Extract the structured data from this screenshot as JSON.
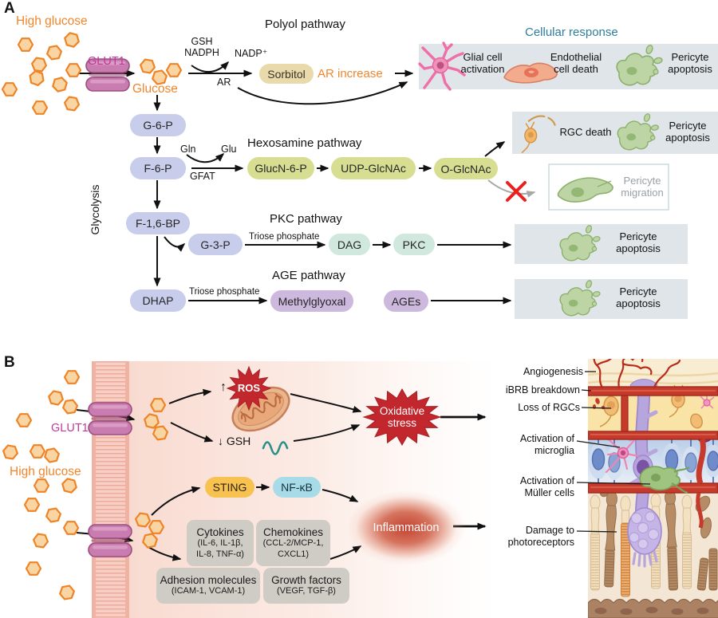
{
  "colors": {
    "glucose_orange": "#f0862c",
    "glut1_magenta": "#c0399b",
    "cellular_response_teal": "#2e7e9e",
    "glycolysis_pill": "#c7cdea",
    "hexosamine_pill": "#d7de92",
    "pkc_pill": "#d0e8dd",
    "age_pill": "#cdb8de",
    "sorbitol_pill": "#e8daab",
    "sting_yellow": "#f8c250",
    "nfkb_blue": "#a8dbe8",
    "response_box": "#dfe5e9",
    "mediator_gray": "#cfccc5",
    "stress_red": "#c1272d",
    "blocked_x_red": "#e8201f",
    "pericyte_green": "#bdd5a5",
    "glial_pink": "#f491bb",
    "endothelial_salmon": "#f3ab8e",
    "rgc_orange": "#f2b76a"
  },
  "panel_a": {
    "label": "A",
    "high_glucose": "High glucose",
    "glut1": "GLUT1",
    "glucose": "Glucose",
    "glycolysis": "Glycolysis",
    "polyol_title": "Polyol pathway",
    "hexosamine_title": "Hexosamine pathway",
    "pkc_title": "PKC pathway",
    "age_title": "AGE pathway",
    "cellular_response_title": "Cellular response",
    "cofactors": {
      "gsh_nadph": "GSH\nNADPH",
      "nadp": "NADP⁺",
      "ar": "AR",
      "ar_increase": "AR increase",
      "gln": "Gln",
      "glu": "Glu",
      "gfat": "GFAT",
      "triose_pkc": "Triose phosphate",
      "triose_age": "Triose phosphate"
    },
    "metabolites": {
      "g6p": "G-6-P",
      "f6p": "F-6-P",
      "f16bp": "F-1,6-BP",
      "g3p": "G-3-P",
      "dhap": "DHAP",
      "sorbitol": "Sorbitol",
      "glucn6p": "GlucN-6-P",
      "udp_glcnac": "UDP-GlcNAc",
      "o_glcnac": "O-GlcNAc",
      "dag": "DAG",
      "pkc": "PKC",
      "methylglyoxal": "Methylglyoxal",
      "ages": "AGEs"
    },
    "outcomes": {
      "box1_glial": "Glial cell\nactivation",
      "box1_endothelial": "Endothelial\ncell death",
      "box1_pericyte": "Pericyte\napoptosis",
      "box2_rgc": "RGC death",
      "box2_pericyte": "Pericyte\napoptosis",
      "migration": "Pericyte\nmigration",
      "box3_pericyte": "Pericyte\napoptosis",
      "box4_pericyte": "Pericyte\napoptosis"
    }
  },
  "panel_b": {
    "label": "B",
    "high_glucose": "High glucose",
    "glut1": "GLUT1",
    "ros_up": "↑",
    "ros": "ROS",
    "gsh_down": "↓ GSH",
    "oxidative_stress": "Oxidative\nstress",
    "sting": "STING",
    "nfkb": "NF-κB",
    "inflammation": "Inflammation",
    "mediators": {
      "cytokines_title": "Cytokines",
      "cytokines_items": "(IL-6, IL-1β,\nIL-8, TNF-α)",
      "chemokines_title": "Chemokines",
      "chemokines_items": "(CCL-2/MCP-1,\nCXCL1)",
      "adhesion_title": "Adhesion molecules",
      "adhesion_items": "(ICAM-1, VCAM-1)",
      "growth_title": "Growth factors",
      "growth_items": "(VEGF, TGF-β)"
    },
    "retina_labels": [
      "Angiogenesis",
      "iBRB breakdown",
      "Loss of RGCs",
      "Activation of\nmicroglia",
      "Activation of\nMüller cells",
      "Damage to\nphotoreceptors"
    ]
  }
}
